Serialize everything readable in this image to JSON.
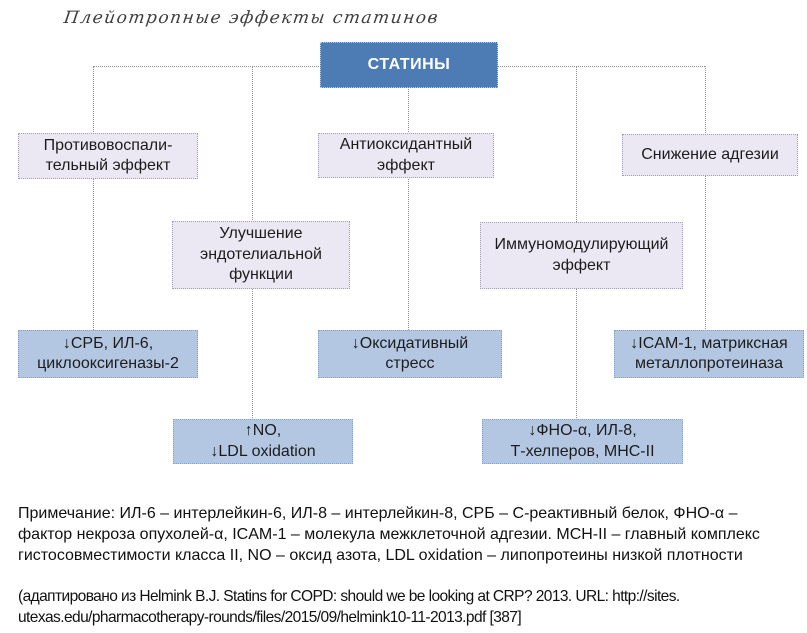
{
  "page": {
    "title": "Плейотропные эффекты статинов"
  },
  "diagram": {
    "root": {
      "label": "СТАТИНЫ"
    },
    "effects": {
      "anti_inflammatory": "Противовоспали-\nтельный эффект",
      "antioxidant": "Антиоксидантный\nэффект",
      "adhesion": "Снижение адгезии",
      "endothelial": "Улучшение\nэндотелиальной\nфункции",
      "immunomodulatory": "Иммуномодулирующий\nэффект"
    },
    "outcomes": {
      "crp_il6": "↓СРБ, ИЛ-6,\nциклооксигеназы-2",
      "oxidative_stress": "↓Оксидативный\nстресс",
      "icam": "↓ICAM-1, матриксная\nметаллопротеиназа",
      "no_ldl": "↑NO,\n↓LDL oxidation",
      "tnf": "↓ФНО-α, ИЛ-8,\nТ-хелперов, MHC-II"
    },
    "arrow_up_icon": "↑",
    "arrow_down_icon": "↓"
  },
  "footnotes": {
    "note": "Примечание: ИЛ-6 – интерлейкин-6, ИЛ-8 – интерлейкин-8, СРБ – C-реактивный белок, ФНО-α –\nфактор некроза опухолей-α, ICAM-1 – молекула межклеточной адгезии. MCH-II – главный комплекс\nгистосовместимости класса II, NO – оксид азота, LDL oxidation – липопротеины низкой плотности",
    "citation": "(адаптировано из Helmink B.J. Statins for COPD: should we be looking at CRP? 2013. URL: http://sites.\nutexas.edu/pharmacotherapy-rounds/files/2015/09/helmink10-11-2013.pdf  [387]"
  },
  "colors": {
    "root_fill": "#4d7cb5",
    "effect_fill": "#ebe7f3",
    "outcome_fill": "#b3c7e2",
    "connector": "#8f8f8f"
  }
}
